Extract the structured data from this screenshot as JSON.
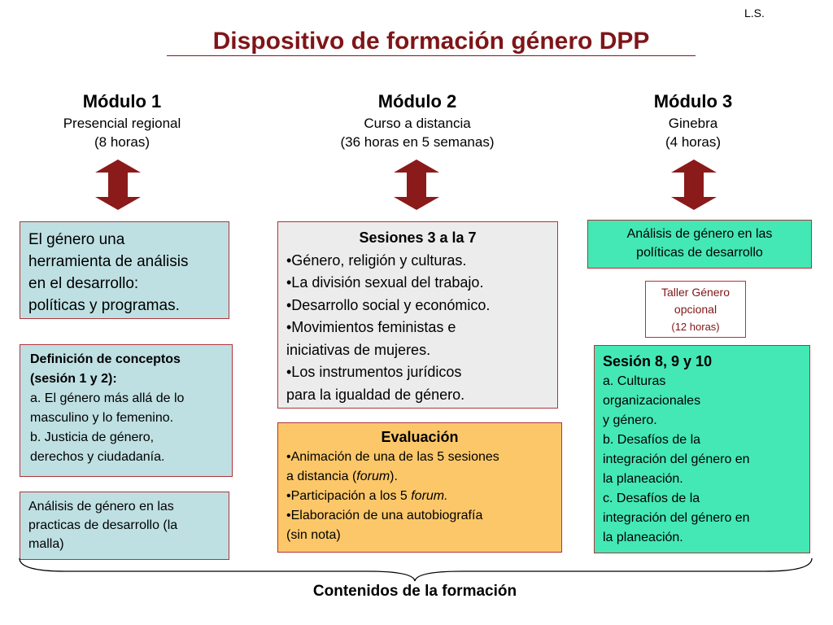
{
  "initials": "L.S.",
  "title": "Dispositivo de formación género DPP",
  "colors": {
    "title": "#7f1518",
    "arrow": "#8b1a1a",
    "border": "#b0343a",
    "blue_box": "#bfe0e3",
    "grey_box": "#ececec",
    "orange_box": "#fcc769",
    "green_box": "#44e8b4"
  },
  "modules": [
    {
      "title": "Módulo 1",
      "line1": "Presencial regional",
      "line2": "(8 horas)"
    },
    {
      "title": "Módulo 2",
      "line1": "Curso a distancia",
      "line2": "(36 horas en 5 semanas)"
    },
    {
      "title": "Módulo 3",
      "line1": "Ginebra",
      "line2": "(4 horas)"
    }
  ],
  "arrow_icon": "double-headed-vertical-arrow-icon",
  "col1": {
    "box1": [
      "El género una",
      "herramienta de análisis",
      "en el desarrollo:",
      "políticas y programas."
    ],
    "box2": {
      "head1": "Definición de conceptos",
      "head2": "(sesión 1 y 2):",
      "lines": [
        "a. El género más allá de lo",
        "masculino y lo femenino.",
        "b. Justicia de género,",
        "derechos y ciudadanía."
      ]
    },
    "box3": [
      "Análisis de género en las",
      "practicas de desarrollo (la",
      "malla)"
    ]
  },
  "col2": {
    "sessions": {
      "head": "Sesiones 3 a la 7",
      "lines": [
        "•Género, religión y culturas.",
        "•La división sexual del trabajo.",
        "•Desarrollo social y económico.",
        "•Movimientos feministas e",
        "iniciativas de mujeres.",
        "•Los instrumentos jurídicos",
        "para la igualdad de género."
      ]
    },
    "evaluation": {
      "head": "Evaluación",
      "l1": "•Animación de una de las 5 sesiones",
      "l2a": "a distancia (",
      "l2b": "forum",
      "l2c": ").",
      "l3a": "•Participación a los 5 ",
      "l3b": "forum.",
      "l4": "•Elaboración de una autobiografía",
      "l5": "(sin nota)"
    }
  },
  "col3": {
    "box1": [
      "Análisis de género en las",
      "políticas de desarrollo"
    ],
    "workshop": [
      "Taller Género",
      "opcional",
      "(12 horas)"
    ],
    "sessions": {
      "head": "Sesión 8, 9 y 10",
      "lines": [
        "a. Culturas",
        "organizacionales",
        "y género.",
        "b. Desafíos de la",
        "integración del género en",
        "la planeación.",
        "c. Desafíos de la",
        "integración del género en",
        "la planeación."
      ]
    }
  },
  "footer": "Contenidos de la formación"
}
